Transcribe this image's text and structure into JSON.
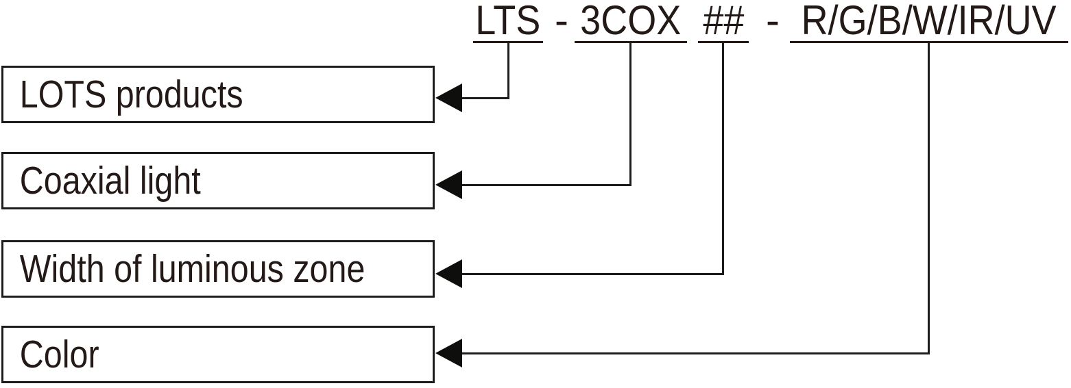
{
  "diagram": {
    "title_code": "LTS - 3COX ## - R/G/B/W/IR/UV",
    "code_line": {
      "segments": [
        {
          "code": "LTS",
          "meaning": "LOTS products"
        },
        {
          "code": "3COX",
          "meaning": "Coaxial light"
        },
        {
          "code": "##",
          "meaning": "Width of luminous zone"
        },
        {
          "code": "R/G/B/W/IR/UV",
          "meaning": "Color"
        }
      ],
      "separators": [
        "-",
        "-"
      ]
    },
    "colors": {
      "text": "#231916",
      "line": "#1c1c1a",
      "arrow": "#0e0e0c",
      "background": "#ffffff"
    }
  }
}
